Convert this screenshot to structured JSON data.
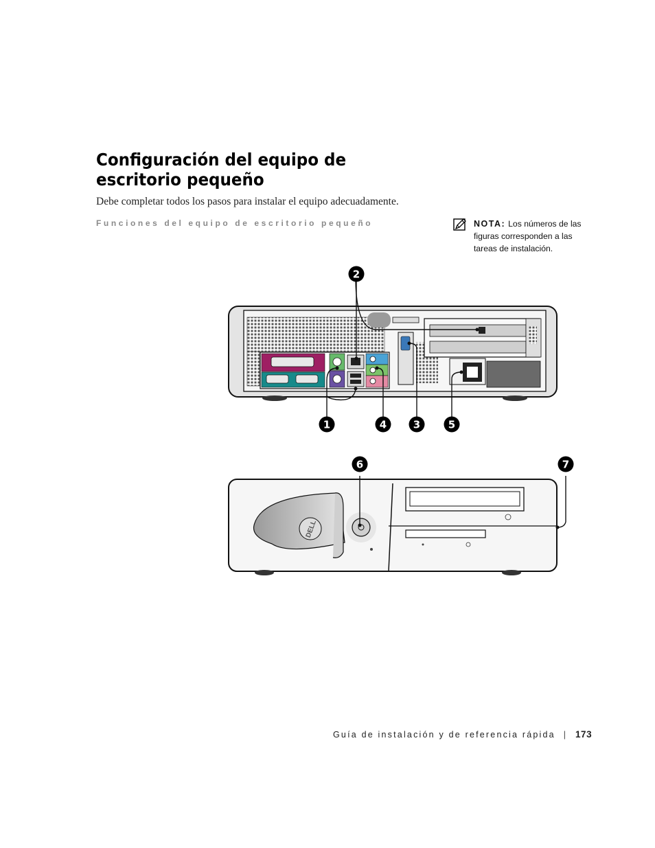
{
  "page": {
    "title": "Configuración del equipo de escritorio pequeño",
    "intro": "Debe completar todos los pasos para instalar el equipo adecuadamente.",
    "section_heading": "Funciones del equipo de escritorio pequeño"
  },
  "note": {
    "label": "NOTA:",
    "text": "Los números de las figuras corresponden a las tareas de instalación.",
    "icon": "pencil-note-icon"
  },
  "figure": {
    "callouts": [
      "1",
      "2",
      "3",
      "4",
      "5",
      "6",
      "7"
    ],
    "logo_text": "DELL"
  },
  "footer": {
    "guide_title": "Guía de instalación y de referencia rápida",
    "separator": "|",
    "page_number": "173"
  }
}
